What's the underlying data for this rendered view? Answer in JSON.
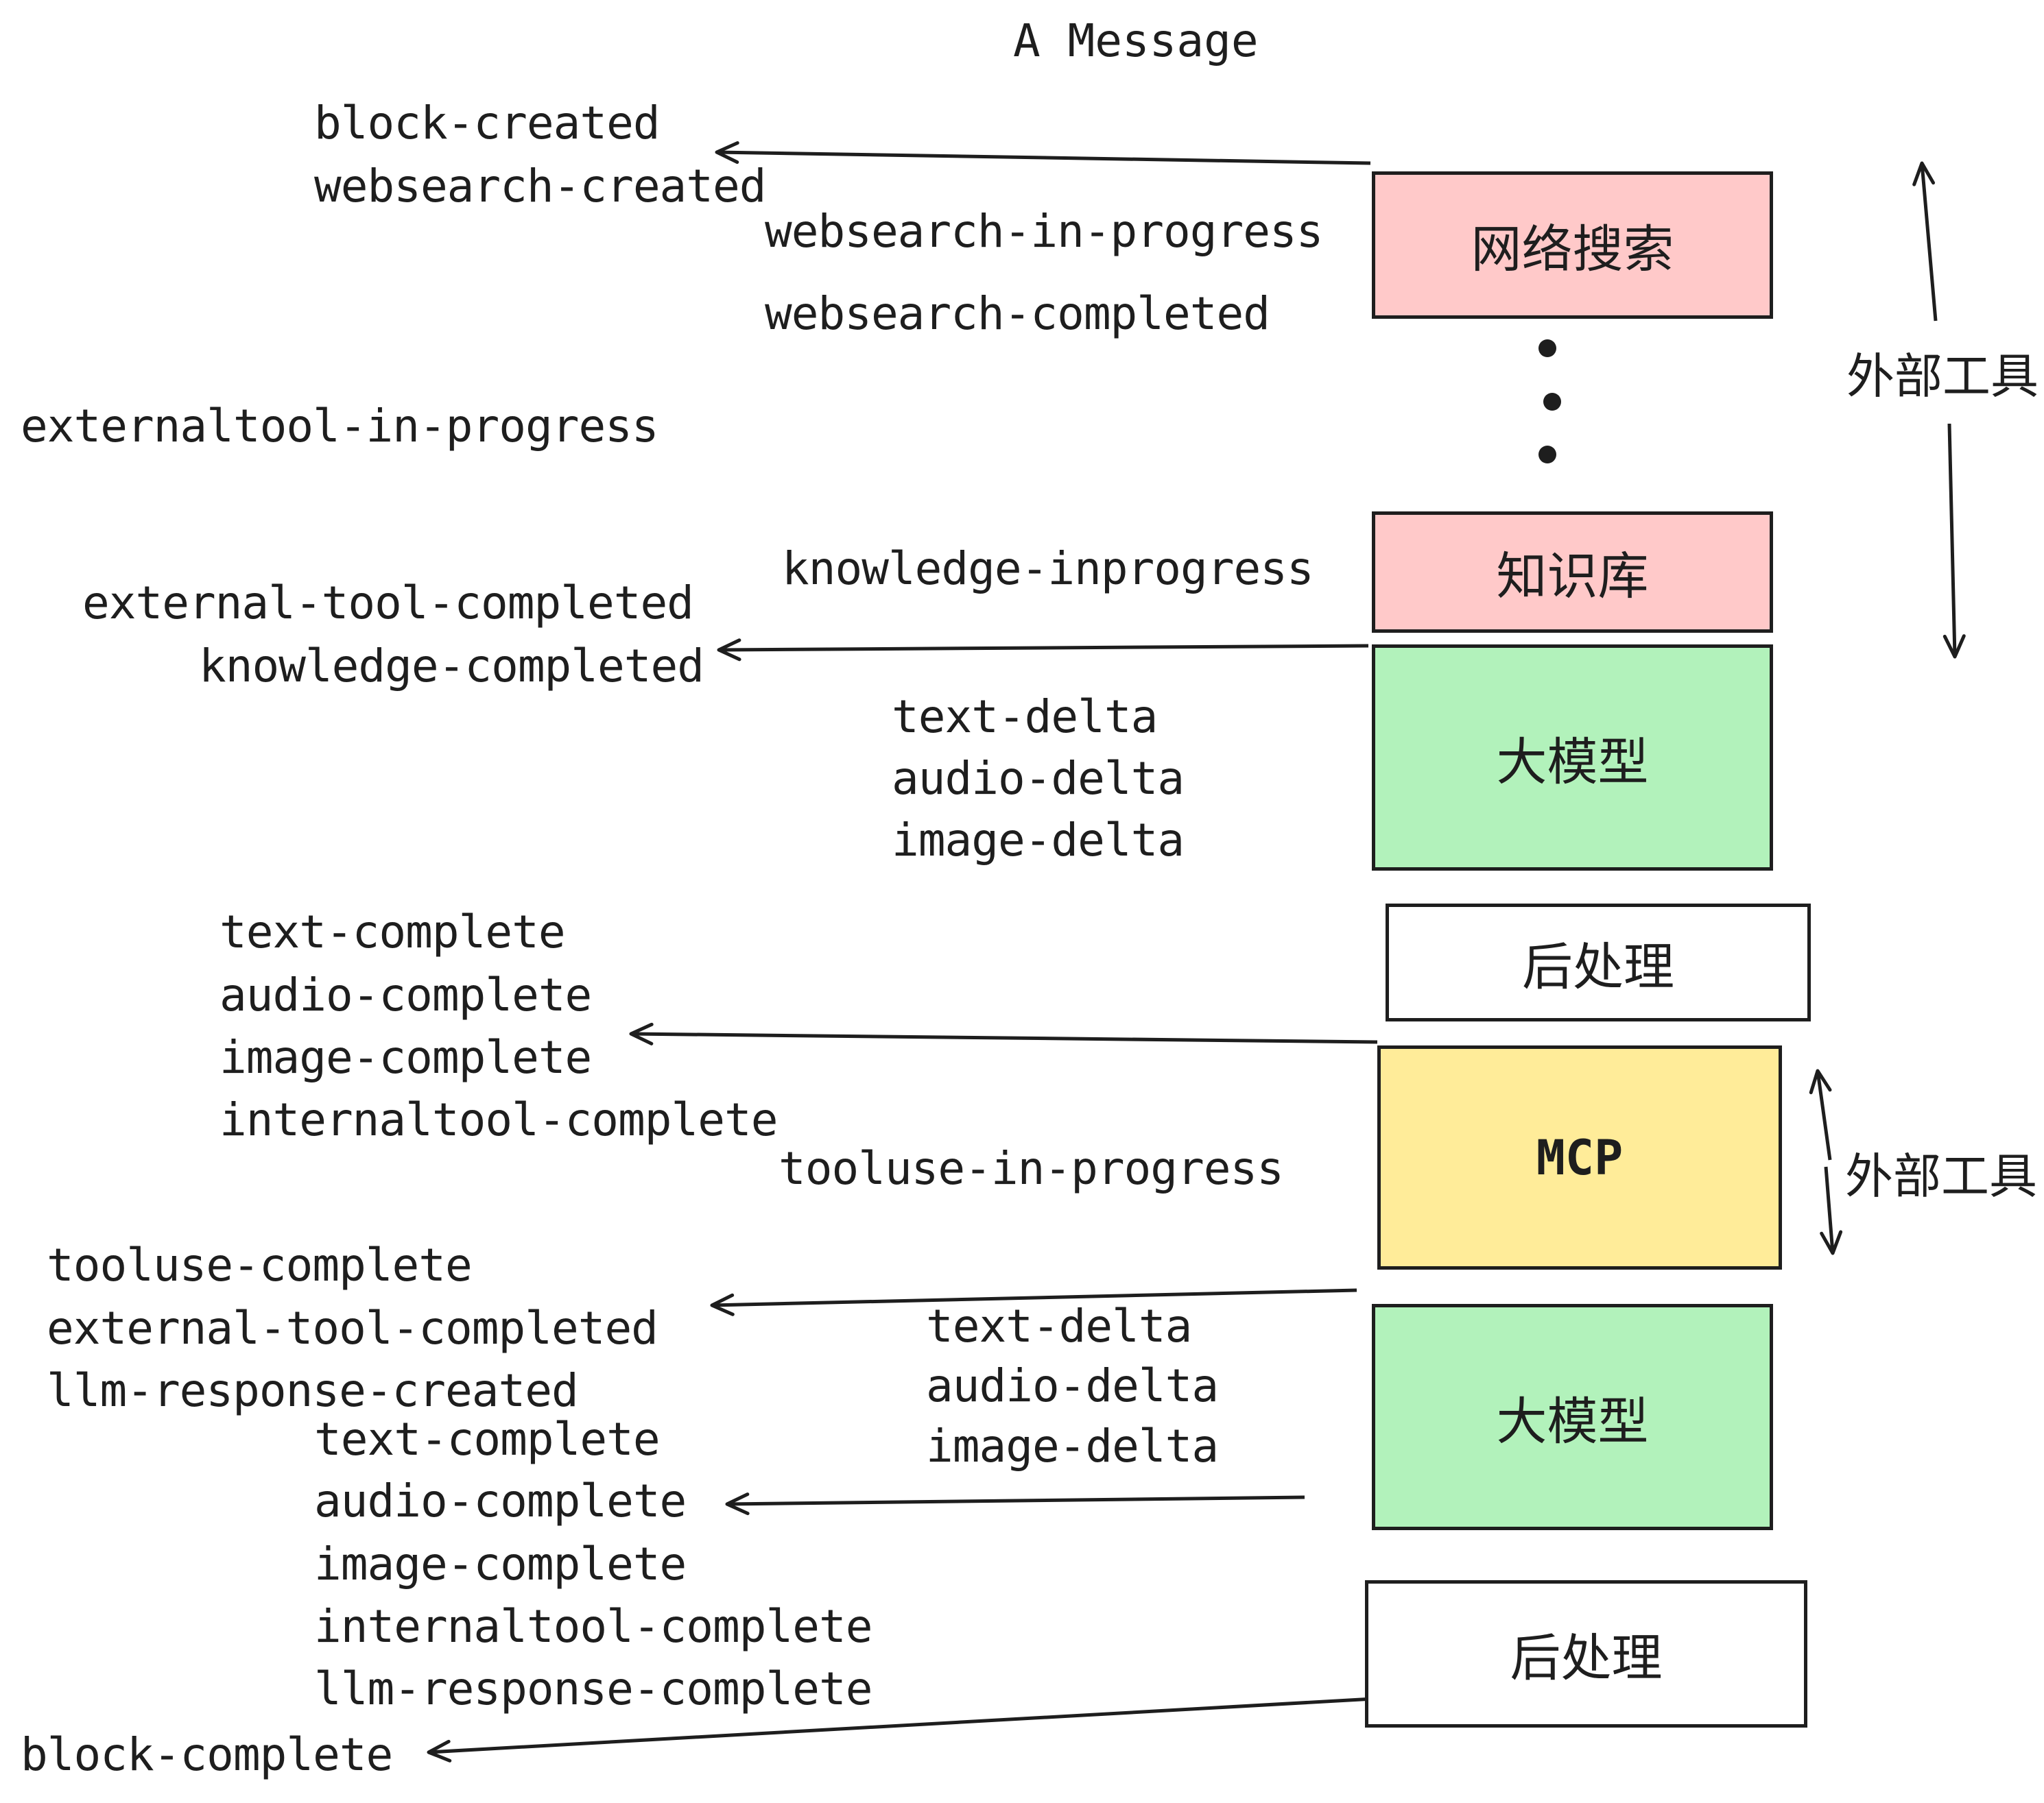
{
  "title": "A Message",
  "boxes": {
    "websearch": {
      "label": "网络搜索",
      "fill": "#ffc9c9"
    },
    "knowledge": {
      "label": "知识库",
      "fill": "#ffc9c9"
    },
    "llm1": {
      "label": "大模型",
      "fill": "#b2f2bb"
    },
    "post1": {
      "label": "后处理",
      "fill": "#ffffff"
    },
    "mcp": {
      "label": "MCP",
      "fill": "#ffec99"
    },
    "llm2": {
      "label": "大模型",
      "fill": "#b2f2bb"
    },
    "post2": {
      "label": "后处理",
      "fill": "#ffffff"
    }
  },
  "side_labels": {
    "external_tools_top": "外部工具",
    "external_tools_mid": "外部工具"
  },
  "events": {
    "block_created": "block-created",
    "websearch_created": "websearch-created",
    "websearch_in_progress": "websearch-in-progress",
    "websearch_completed": "websearch-completed",
    "externaltool_in_progress": "externaltool-in-progress",
    "knowledge_inprogress": "knowledge-inprogress",
    "external_tool_completed_1": "external-tool-completed",
    "knowledge_completed": "knowledge-completed",
    "text_delta_1": "text-delta",
    "audio_delta_1": "audio-delta",
    "image_delta_1": "image-delta",
    "text_complete_1": "text-complete",
    "audio_complete_1": "audio-complete",
    "image_complete_1": "image-complete",
    "internaltool_complete_1": "internaltool-complete",
    "tooluse_in_progress": "tooluse-in-progress",
    "tooluse_complete": "tooluse-complete",
    "external_tool_completed_2": "external-tool-completed",
    "llm_response_created": "llm-response-created",
    "text_delta_2": "text-delta",
    "audio_delta_2": "audio-delta",
    "image_delta_2": "image-delta",
    "text_complete_2": "text-complete",
    "audio_complete_2": "audio-complete",
    "image_complete_2": "image-complete",
    "internaltool_complete_2": "internaltool-complete",
    "llm_response_complete": "llm-response-complete",
    "block_complete": "block-complete"
  },
  "colors": {
    "stroke": "#1e1e1e",
    "pink": "#ffc9c9",
    "green": "#b2f2bb",
    "yellow": "#ffec99",
    "white": "#ffffff"
  }
}
